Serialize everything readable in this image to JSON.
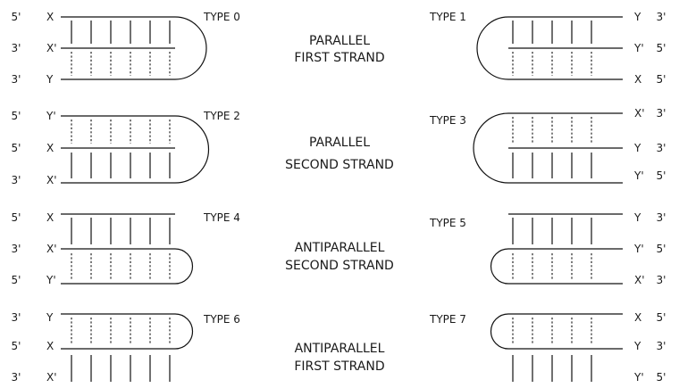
{
  "panels": [
    {
      "type_label": "TYPE 0",
      "rows": [
        {
          "end": "5'",
          "strand": "X"
        },
        {
          "end": "3'",
          "strand": "X'"
        },
        {
          "end": "3'",
          "strand": "Y"
        }
      ],
      "center_lines": [
        "PARALLEL",
        "FIRST STRAND"
      ]
    },
    {
      "type_label": "TYPE 1",
      "rows": [
        {
          "strand": "Y",
          "end": "3'"
        },
        {
          "strand": "Y'",
          "end": "5'"
        },
        {
          "strand": "X",
          "end": "5'"
        }
      ]
    },
    {
      "type_label": "TYPE 2",
      "rows": [
        {
          "end": "5'",
          "strand": "Y'"
        },
        {
          "end": "5'",
          "strand": "X"
        },
        {
          "end": "3'",
          "strand": "X'"
        }
      ],
      "center_lines": [
        "PARALLEL",
        "SECOND STRAND"
      ]
    },
    {
      "type_label": "TYPE 3",
      "rows": [
        {
          "strand": "X'",
          "end": "3'"
        },
        {
          "strand": "Y",
          "end": "3'"
        },
        {
          "strand": "Y'",
          "end": "5'"
        }
      ]
    },
    {
      "type_label": "TYPE 4",
      "rows": [
        {
          "end": "5'",
          "strand": "X"
        },
        {
          "end": "3'",
          "strand": "X'"
        },
        {
          "end": "5'",
          "strand": "Y'"
        }
      ],
      "center_lines": [
        "ANTIPARALLEL",
        "SECOND STRAND"
      ]
    },
    {
      "type_label": "TYPE 5",
      "rows": [
        {
          "strand": "Y",
          "end": "3'"
        },
        {
          "strand": "Y'",
          "end": "5'"
        },
        {
          "strand": "X'",
          "end": "3'"
        }
      ]
    },
    {
      "type_label": "TYPE 6",
      "rows": [
        {
          "end": "3'",
          "strand": "Y"
        },
        {
          "end": "5'",
          "strand": "X"
        },
        {
          "end": "3'",
          "strand": "X'"
        }
      ],
      "center_lines": [
        "ANTIPARALLEL",
        "FIRST STRAND"
      ]
    },
    {
      "type_label": "TYPE 7",
      "rows": [
        {
          "strand": "X",
          "end": "5'"
        },
        {
          "strand": "Y",
          "end": "3'"
        },
        {
          "strand": "Y'",
          "end": "5'"
        }
      ]
    }
  ]
}
